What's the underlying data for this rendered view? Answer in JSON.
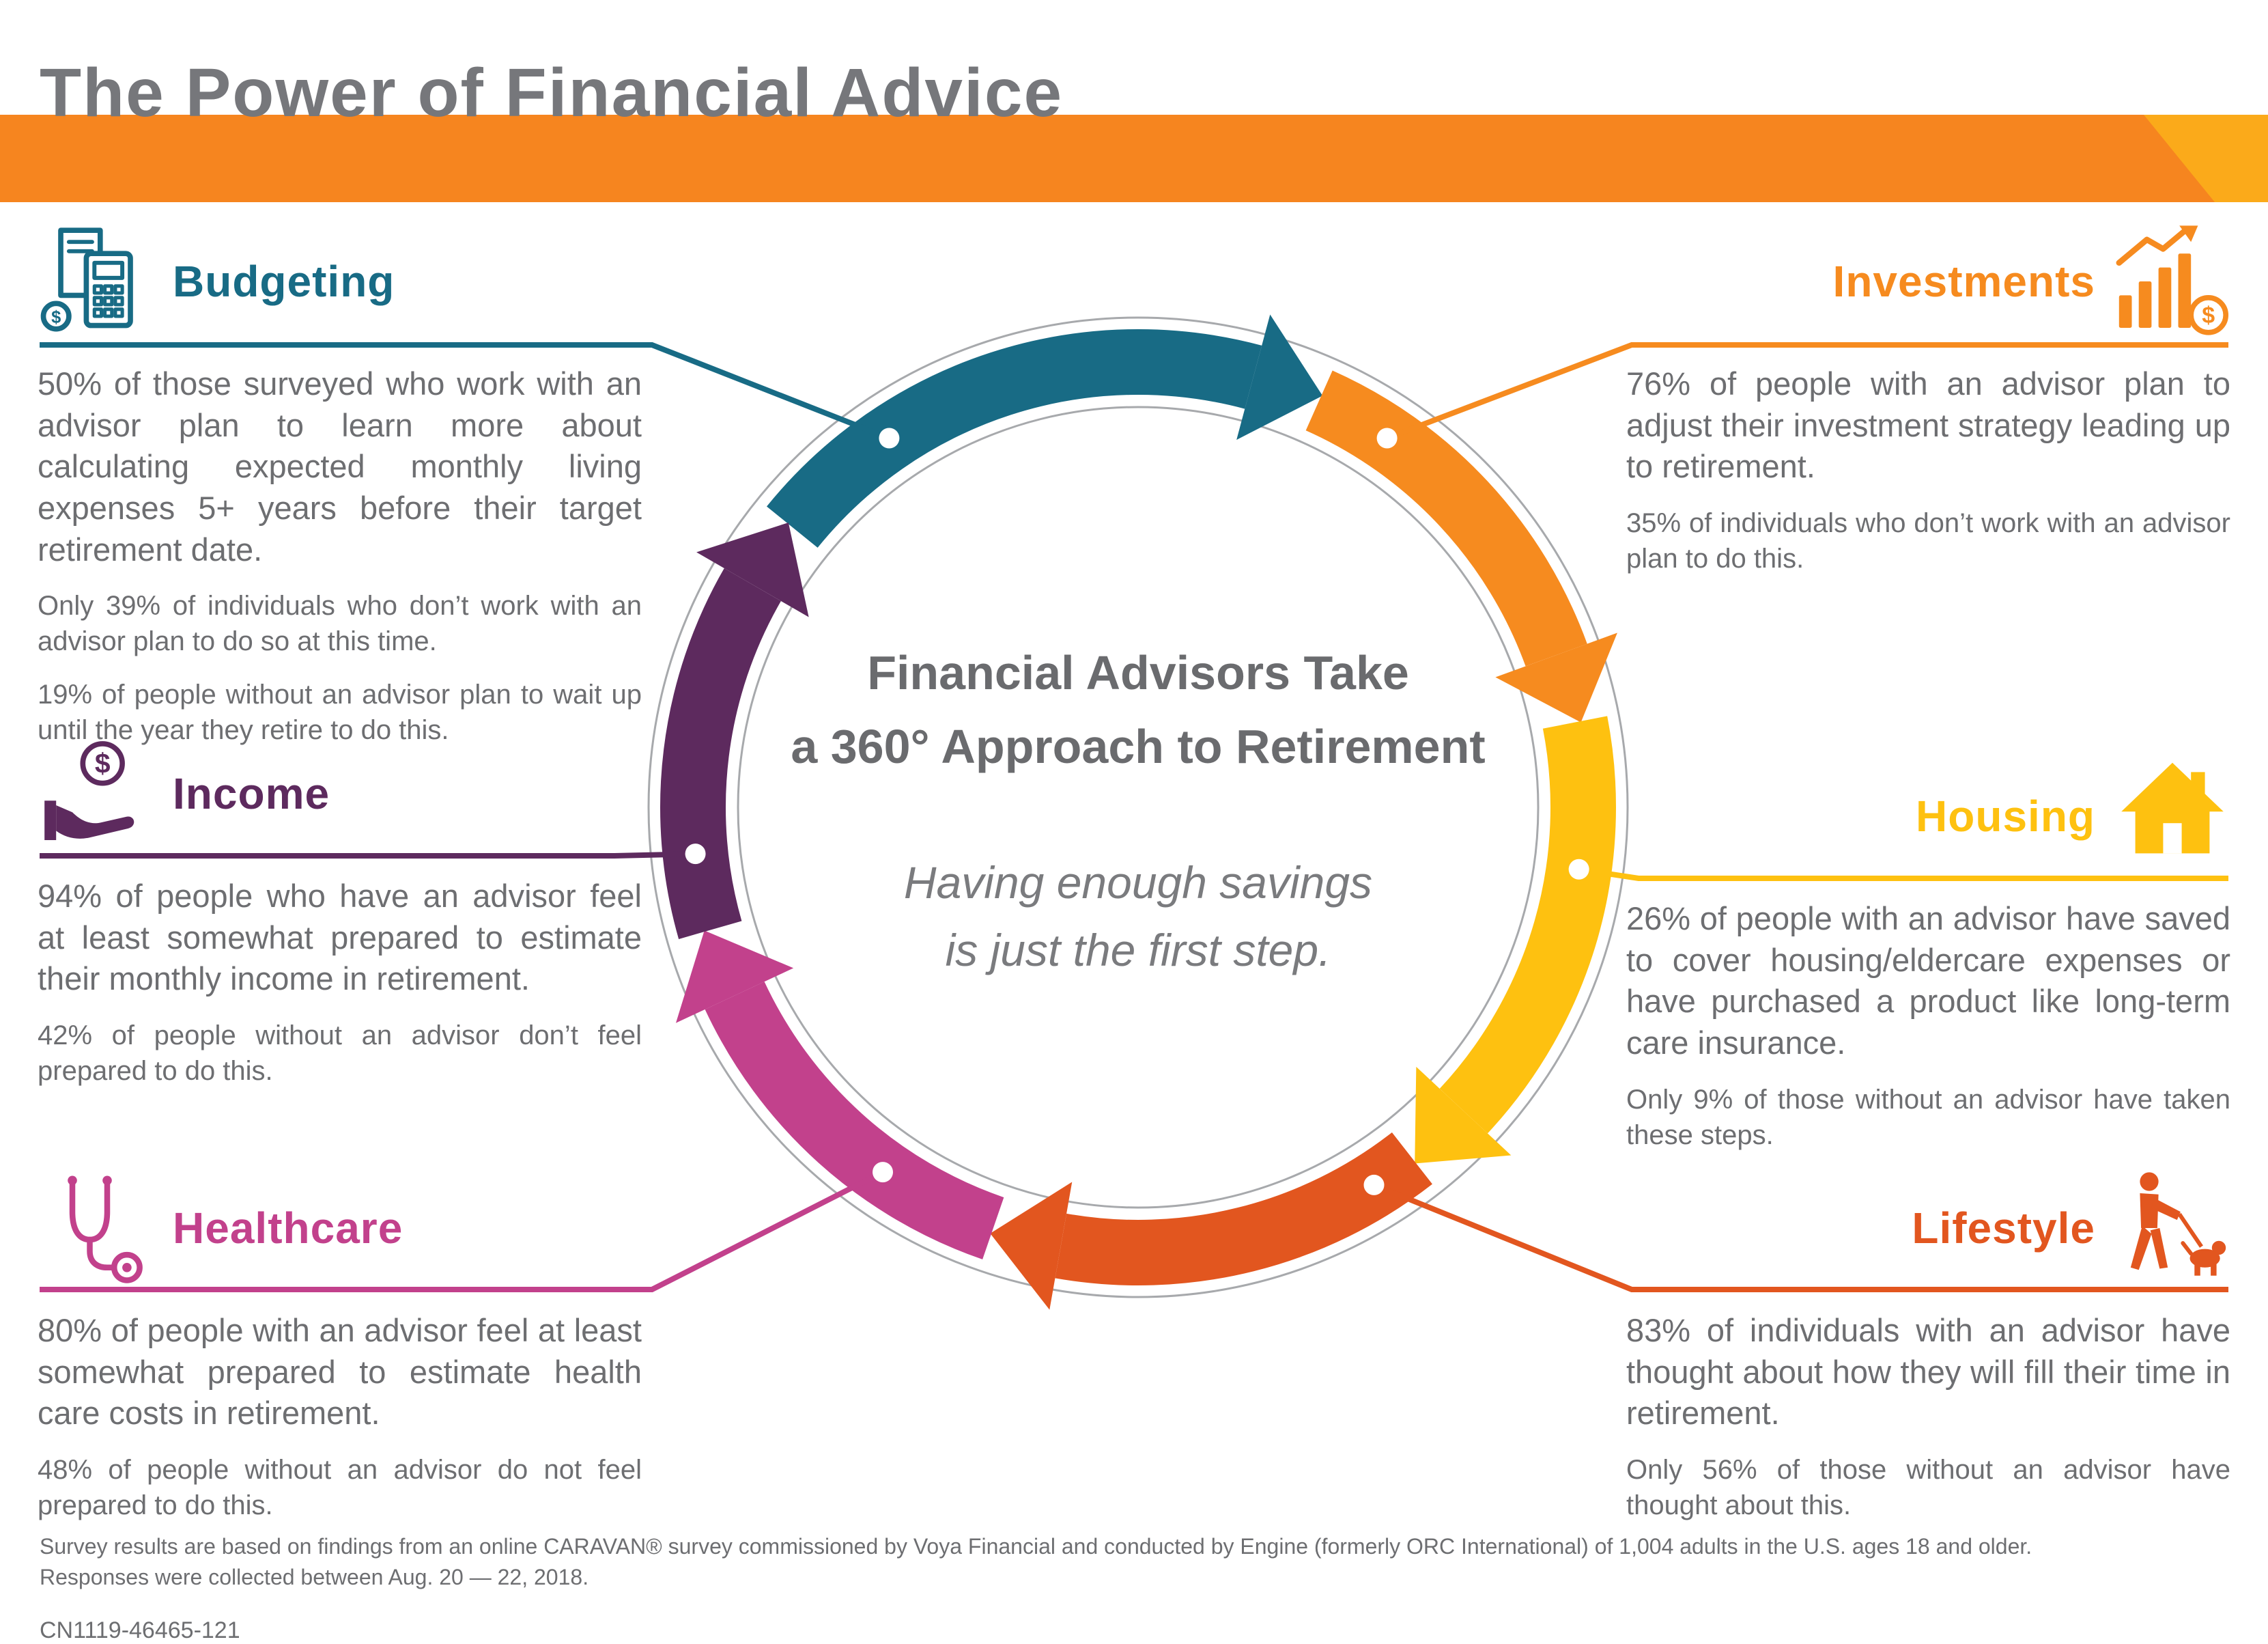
{
  "page": {
    "title": "The Power of Financial Advice",
    "footnote_line1": "Survey results are based on findings from an online CARAVAN® survey commissioned by Voya Financial and conducted by Engine (formerly ORC International) of 1,004 adults in the U.S. ages 18 and older.",
    "footnote_line2": "Responses were collected between Aug. 20 — 22, 2018.",
    "code": "CN1119-46465-121"
  },
  "banner": {
    "color": "#F6851F",
    "accent_color": "#FBAA1A"
  },
  "center": {
    "title_line1": "Financial Advisors Take",
    "title_line2": "a 360° Approach to Retirement",
    "subtitle_line1": "Having enough savings",
    "subtitle_line2": "is just the first step."
  },
  "ring": {
    "outline_color": "#A7A9AC",
    "dot_color": "#FFFFFF"
  },
  "sections": [
    {
      "id": "budgeting",
      "label": "Budgeting",
      "color": "#186B85",
      "icon": "budgeting-calculator-icon",
      "icon_symbol": "$",
      "paragraphs": [
        "50% of those surveyed who work with an advisor plan to learn more about calculating expected monthly living expenses 5+ years before their target retirement date.",
        "Only 39% of individuals who don’t work with an advisor plan to do so at this time.",
        "19% of people without an advisor plan to wait up until the year they retire to do this."
      ]
    },
    {
      "id": "investments",
      "label": "Investments",
      "color": "#F68B1F",
      "icon": "investments-growth-chart-icon",
      "icon_symbol": "$",
      "paragraphs": [
        "76% of people with an advisor plan to adjust their investment strategy leading up to retirement.",
        "35% of individuals who don’t work with an advisor plan to do this."
      ]
    },
    {
      "id": "income",
      "label": "Income",
      "color": "#5D2A5E",
      "icon": "income-hand-coin-icon",
      "icon_symbol": "$",
      "paragraphs": [
        "94% of people who have an advisor feel at least somewhat prepared to estimate their monthly income in retirement.",
        "42% of people without an advisor don’t feel prepared to do this."
      ]
    },
    {
      "id": "housing",
      "label": "Housing",
      "color": "#FEC110",
      "icon": "housing-house-icon",
      "icon_symbol": "",
      "paragraphs": [
        "26% of people with an advisor have saved to cover housing/eldercare expenses or have purchased a product like long-term care insurance.",
        "Only 9% of those without an advisor have taken these steps."
      ]
    },
    {
      "id": "healthcare",
      "label": "Healthcare",
      "color": "#C2418C",
      "icon": "healthcare-stethoscope-icon",
      "icon_symbol": "",
      "paragraphs": [
        "80% of people with an advisor feel at least somewhat prepared to estimate health care costs in retirement.",
        "48% of people without an advisor do not feel prepared to do this."
      ]
    },
    {
      "id": "lifestyle",
      "label": "Lifestyle",
      "color": "#E2561F",
      "icon": "lifestyle-dog-walker-icon",
      "icon_symbol": "",
      "paragraphs": [
        "83% of individuals with an advisor have thought about how they will fill their time in retirement.",
        "Only 56% of those without an advisor have thought about this."
      ]
    }
  ]
}
